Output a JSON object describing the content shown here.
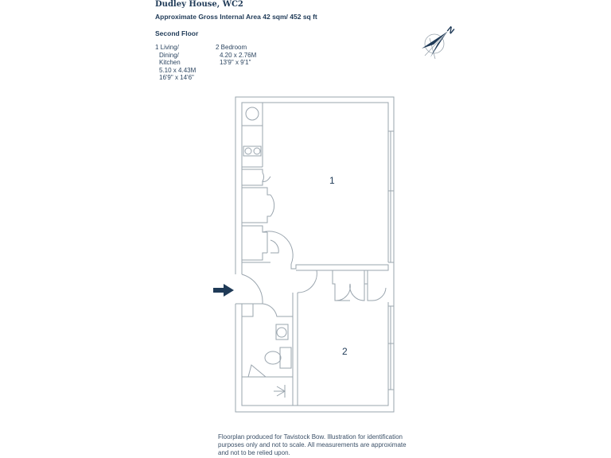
{
  "header": {
    "title": "Dudley House, WC2",
    "area": "Approximate Gross Internal Area 42 sqm/ 452 sq ft",
    "floor": "Second Floor"
  },
  "rooms": [
    {
      "name_lines": [
        "1 Living/",
        "Dining/",
        "Kitchen"
      ],
      "metric": "5.10 x 4.43M",
      "imperial": "16'9\" x 14'6\""
    },
    {
      "name_lines": [
        "2 Bedroom"
      ],
      "metric": "4.20 x 2.76M",
      "imperial": "13'9\" x 9'1\""
    }
  ],
  "plan": {
    "labels": [
      "1",
      "2"
    ],
    "icons": [
      "compass-north-icon",
      "entrance-arrow-icon"
    ],
    "compass_letter": "N",
    "colors": {
      "wall": "#9aa5ae",
      "text": "#1f3a57"
    }
  },
  "disclaimer": [
    "Floorplan produced for Tavistock Bow. Illustration for identification",
    "purposes only and not to scale. All measurements are approximate",
    "and not to be relied upon."
  ]
}
